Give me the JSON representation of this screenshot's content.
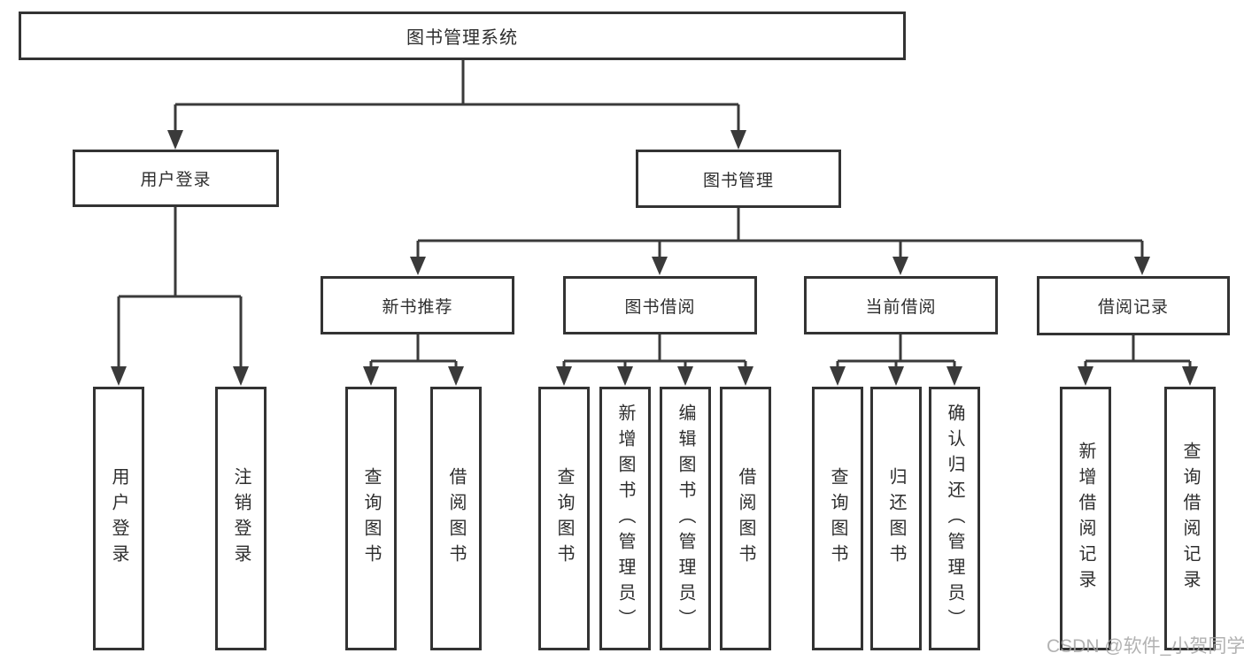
{
  "diagram": {
    "root": "图书管理系统",
    "level2": {
      "login": "用户登录",
      "manage": "图书管理"
    },
    "level3": {
      "recommend": "新书推荐",
      "borrow": "图书借阅",
      "current": "当前借阅",
      "records": "借阅记录"
    },
    "leaves": {
      "login": [
        "用户登录",
        "注销登录"
      ],
      "recommend": [
        "查询图书",
        "借阅图书"
      ],
      "borrow": [
        "查询图书",
        "新增图书（管理员）",
        "编辑图书（管理员）",
        "借阅图书"
      ],
      "current": [
        "查询图书",
        "归还图书",
        "确认归还（管理员）"
      ],
      "records": [
        "新增借阅记录",
        "查询借阅记录"
      ]
    }
  },
  "watermark": "CSDN @软件_小贺同学",
  "colors": {
    "background": "#ffffff",
    "line": "#3a3a3a",
    "border": "#333333",
    "text": "#2e2e2e",
    "watermark": "#a5a5a5"
  }
}
